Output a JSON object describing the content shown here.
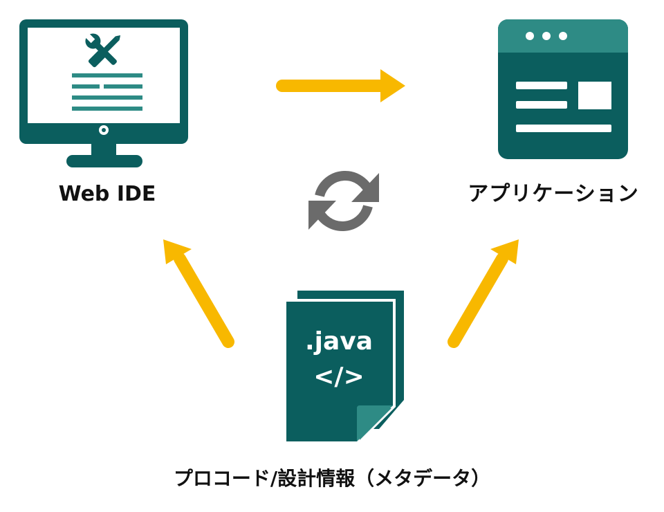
{
  "colors": {
    "teal_dark": "#0b5e5e",
    "teal_light": "#2e8b85",
    "arrow_yellow": "#f8b800",
    "cycle_gray": "#6b6b6b",
    "label_text": "#111111"
  },
  "nodes": {
    "web_ide": {
      "label": "Web IDE",
      "icon": "monitor-tools-icon"
    },
    "application": {
      "label": "アプリケーション",
      "icon": "browser-window-icon"
    },
    "source": {
      "label": "プロコード/設計情報（メタデータ）",
      "icon": "java-file-icon",
      "file_extension": ".java",
      "code_symbol": "</>"
    }
  },
  "edges": [
    {
      "from": "web_ide",
      "to": "application",
      "style": "yellow-arrow"
    },
    {
      "from": "source",
      "to": "web_ide",
      "style": "yellow-arrow"
    },
    {
      "from": "source",
      "to": "application",
      "style": "yellow-arrow"
    }
  ],
  "center_icon": "sync-cycle-icon"
}
